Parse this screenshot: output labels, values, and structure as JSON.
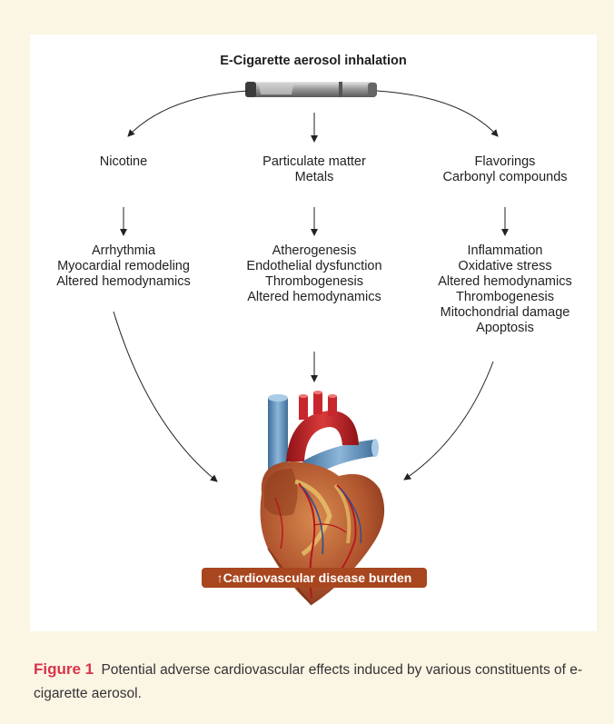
{
  "diagram": {
    "title": "E-Cigarette aerosol inhalation",
    "constituents": [
      {
        "lines": [
          "Nicotine"
        ]
      },
      {
        "lines": [
          "Particulate matter",
          "Metals"
        ]
      },
      {
        "lines": [
          "Flavorings",
          "Carbonyl compounds"
        ]
      }
    ],
    "effects": [
      {
        "lines": [
          "Arrhythmia",
          "Myocardial remodeling",
          "Altered hemodynamics"
        ]
      },
      {
        "lines": [
          "Atherogenesis",
          "Endothelial dysfunction",
          "Thrombogenesis",
          "Altered hemodynamics"
        ]
      },
      {
        "lines": [
          "Inflammation",
          "Oxidative stress",
          "Altered hemodynamics",
          "Thrombogenesis",
          "Mitochondrial damage",
          "Apoptosis"
        ]
      }
    ],
    "outcome": "Cardiovascular disease burden",
    "outcome_arrow": "↑"
  },
  "caption": {
    "figure_label": "Figure 1",
    "text": "Potential adverse cardiovascular effects induced by various constituents of e-cigarette aerosol."
  },
  "colors": {
    "page_background": "#fbf5e4",
    "panel_background": "#ffffff",
    "banner": "#a8461f",
    "figure_label": "#d8344a",
    "aorta": "#c8262d",
    "vena_cava": "#6f9cc4",
    "heart_muscle": "#b0552e"
  }
}
